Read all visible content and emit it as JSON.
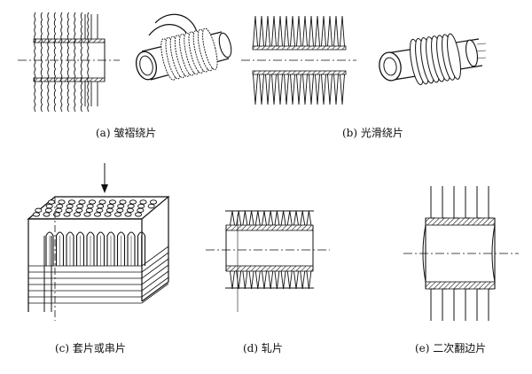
{
  "captions": {
    "a": "(a) 皱褶绕片",
    "b": "(b) 光滑绕片",
    "c": "(c) 套片或串片",
    "d": "(d) 轧片",
    "e": "(e) 二次翻边片"
  },
  "colors": {
    "ink": "#111111",
    "paper": "#ffffff",
    "shade": "#555555"
  }
}
